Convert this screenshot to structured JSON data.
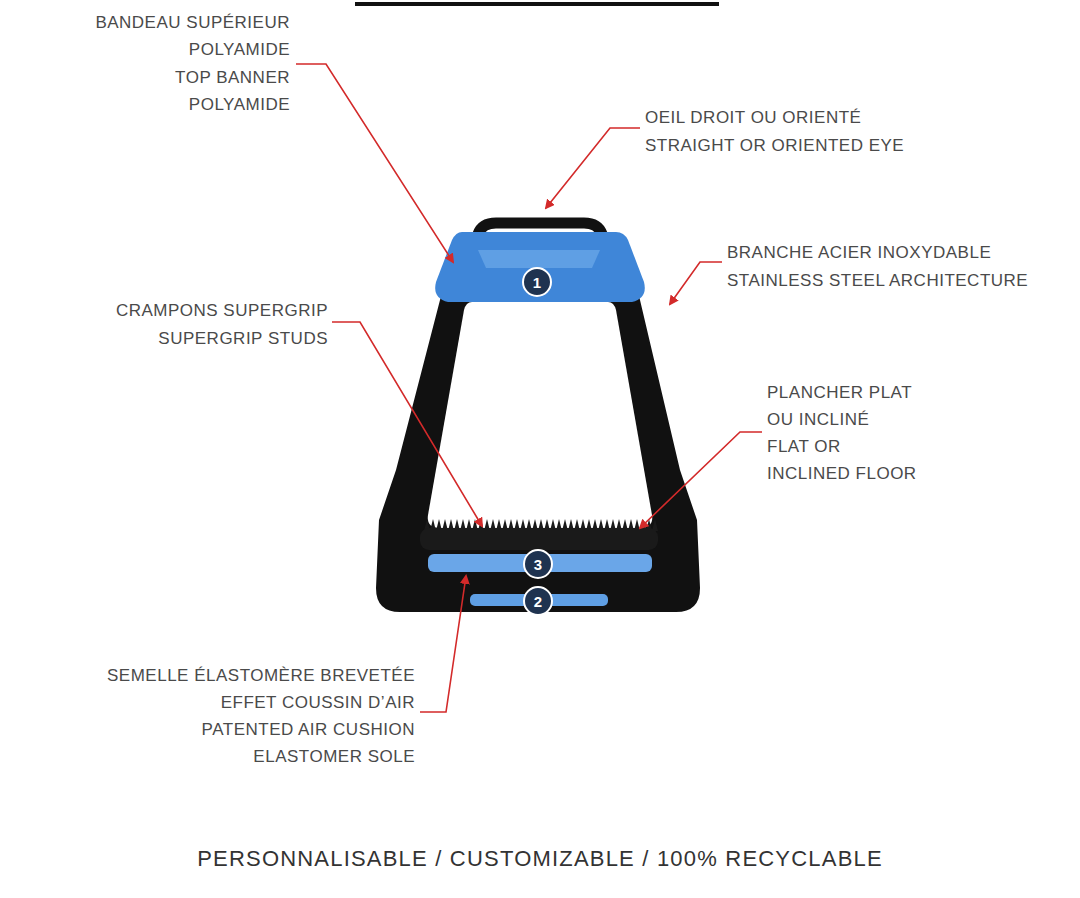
{
  "diagram": {
    "caption": "PERSONNALISABLE / CUSTOMIZABLE / 100% RECYCLABLE",
    "nodes": [
      {
        "text": [
          "1"
        ]
      },
      {
        "text": [
          "3"
        ]
      },
      {
        "text": [
          "2"
        ]
      }
    ],
    "labels": [
      "BANDEAU SUPÉRIEUR",
      "POLYAMIDE",
      "TOP BANNER",
      "POLYAMIDE",
      "OEIL DROIT OU ORIENTÉ",
      "STRAIGHT OR ORIENTED EYE",
      "BRANCHE ACIER INOXYDABLE",
      "STAINLESS STEEL ARCHITECTURE",
      "CRAMPONS SUPERGRIP",
      "SUPERGRIP STUDS",
      "PLANCHER PLAT",
      "OU INCLINÉ",
      "FLAT OR",
      "INCLINED FLOOR",
      "SEMELLE ÉLASTOMÈRE BREVETÉE",
      "EFFET COUSSIN D’AIR",
      "PATENTED AIR CUSHION",
      "ELASTOMER SOLE"
    ]
  }
}
